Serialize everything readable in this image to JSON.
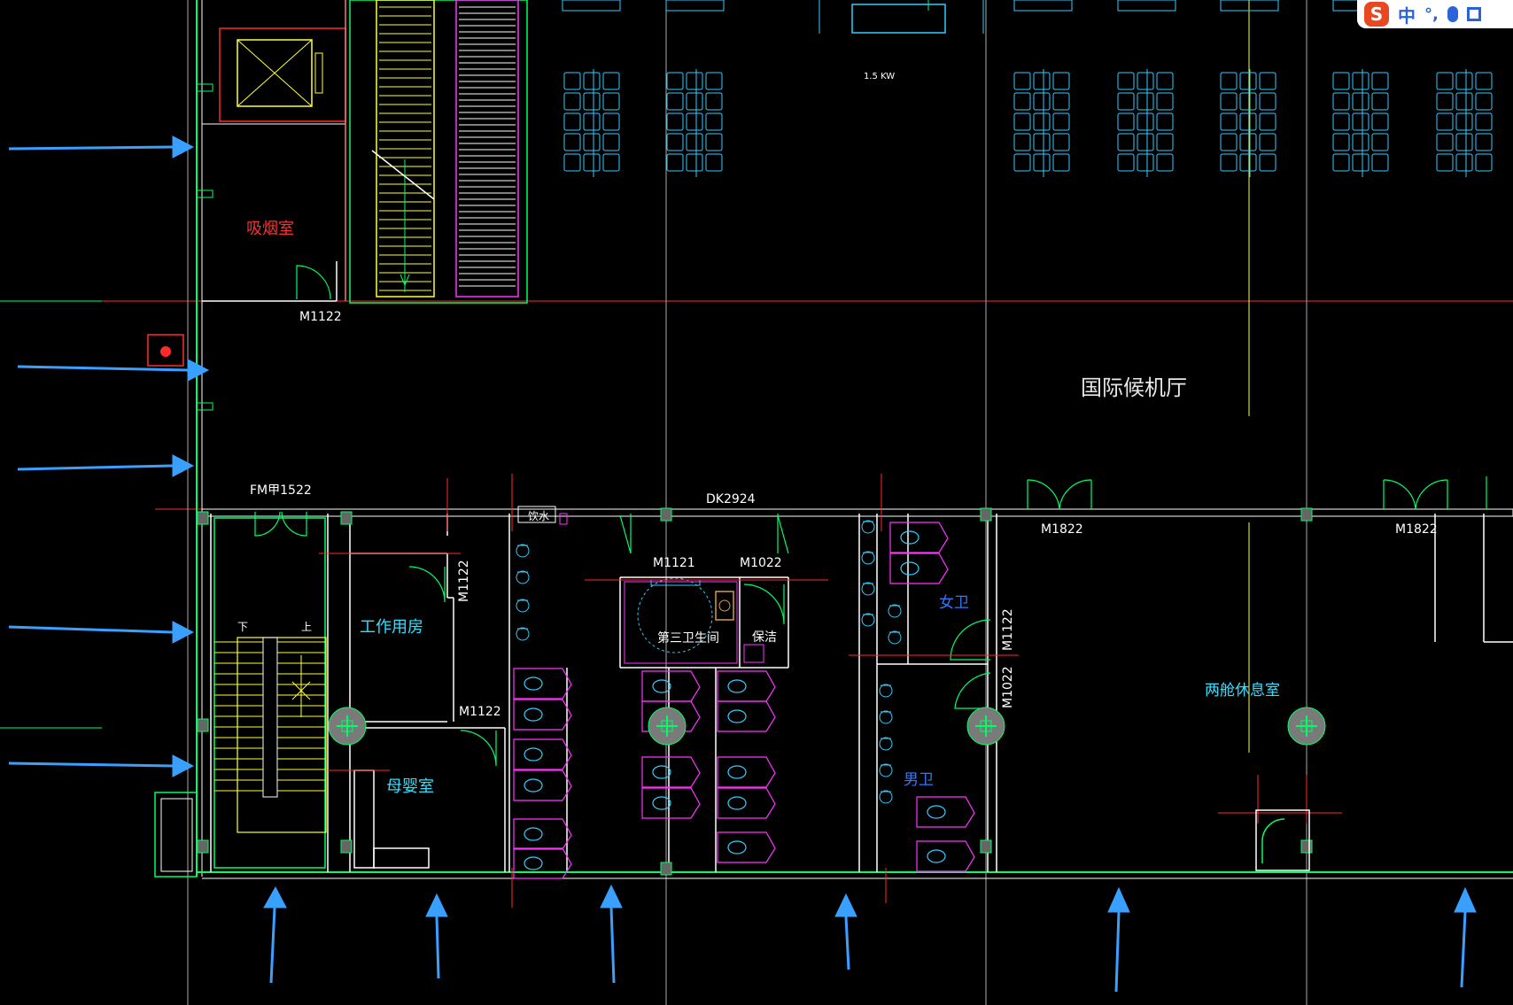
{
  "ime": {
    "lang": "中",
    "punct": "°,",
    "logo": "S"
  },
  "labels": {
    "smoking_room": "吸烟室",
    "lounge": "国际候机厅",
    "work_room": "工作用房",
    "mother_baby": "母婴室",
    "third_toilet": "第三卫生间",
    "cleaning": "保洁",
    "female_wc": "女卫",
    "male_wc": "男卫",
    "two_cabin_rest": "两舱休息室",
    "drinking_water": "饮水",
    "power": "1.5 KW",
    "stair_down": "下",
    "stair_up": "上"
  },
  "doors": {
    "m1122_top": "M1122",
    "fm1522": "FM甲1522",
    "dk2924": "DK2924",
    "m1822_a": "M1822",
    "m1822_b": "M1822",
    "m1122_v": "M1122",
    "m1122_low": "M1122",
    "m1121": "M1121",
    "m1022": "M1022",
    "m1122_wc": "M1122",
    "m1022_wc": "M1022"
  },
  "colors": {
    "background": "#000000",
    "wall_green": "#00ff66",
    "wall_white": "#ffffff",
    "axis_red": "#ff2a2a",
    "stair_yellow": "#ffff33",
    "magenta": "#ff33ff",
    "cyan": "#33ccff",
    "arrow_blue": "#3aa0ff",
    "label_red": "#ff3030",
    "label_cyan": "#33e0ff",
    "label_blue": "#3377ff"
  }
}
